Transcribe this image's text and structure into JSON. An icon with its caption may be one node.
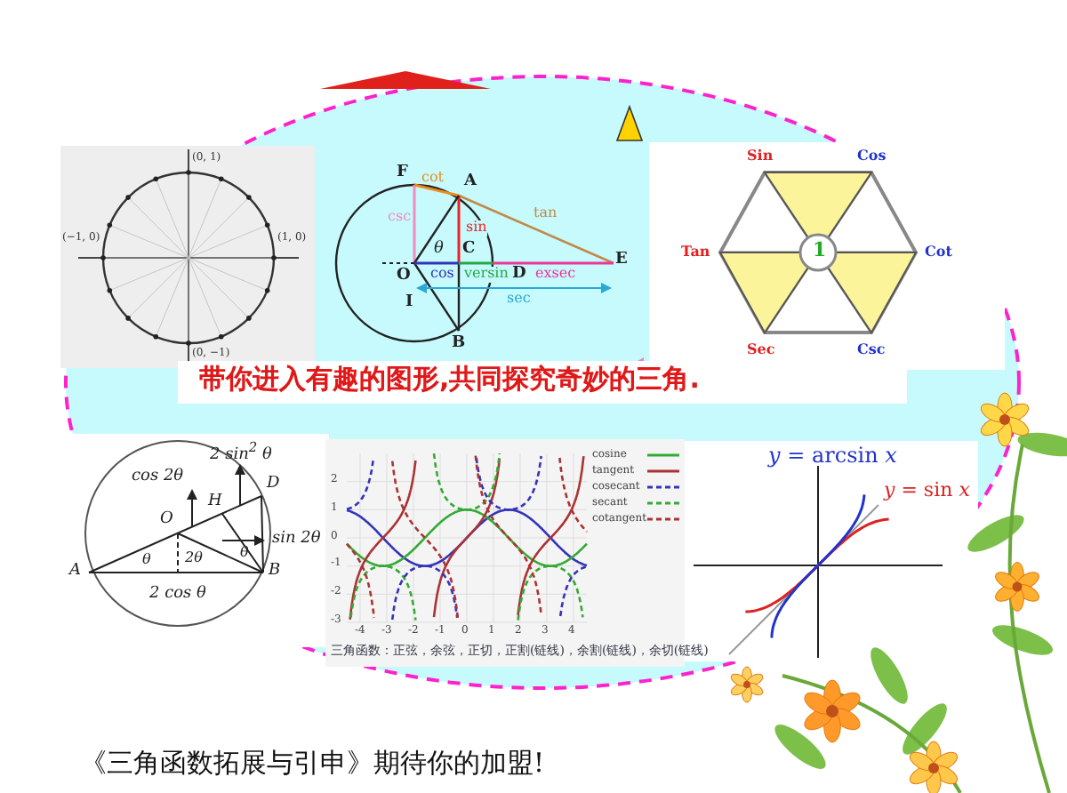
{
  "diagram": {
    "caption": "《三角函数拓展与引申》期待你的加盟!",
    "labels": [
      "带你进入有趣的图形,共同探究奇妙的三角.",
      "(0, 1)",
      "(−1, 0)",
      "(1, 0)",
      "(0, −1)",
      "F",
      "cot",
      "A",
      "csc",
      "sin",
      "θ",
      "C",
      "tan",
      "O",
      "cos",
      "versin",
      "D",
      "exsec",
      "E",
      "I",
      "sec",
      "B",
      "Sin",
      "Cos",
      "Tan",
      "1",
      "Cot",
      "Sec",
      "Csc",
      "2 sin$^{2}$ θ",
      "cos 2θ",
      "H",
      "D",
      "O",
      "2θ",
      "sin 2θ",
      "θ",
      "A",
      "θ",
      "2 cos θ",
      "B",
      "2",
      "1",
      "0",
      "-1",
      "-2",
      "-3",
      "-4",
      "-3",
      "-2",
      "-1",
      "0",
      "1",
      "2",
      "3",
      "4",
      "三角函数：正弦，余弦，正切，正割(链线)，余割(链线)，余切(链线)",
      "*y* = arcsin *x*",
      "*y* = sin *x*"
    ],
    "legend": [
      {
        "text": "cosine"
      },
      {
        "text": "tangent"
      },
      {
        "text": "cosecant"
      },
      {
        "text": "secant"
      },
      {
        "text": "cotangent"
      }
    ]
  }
}
